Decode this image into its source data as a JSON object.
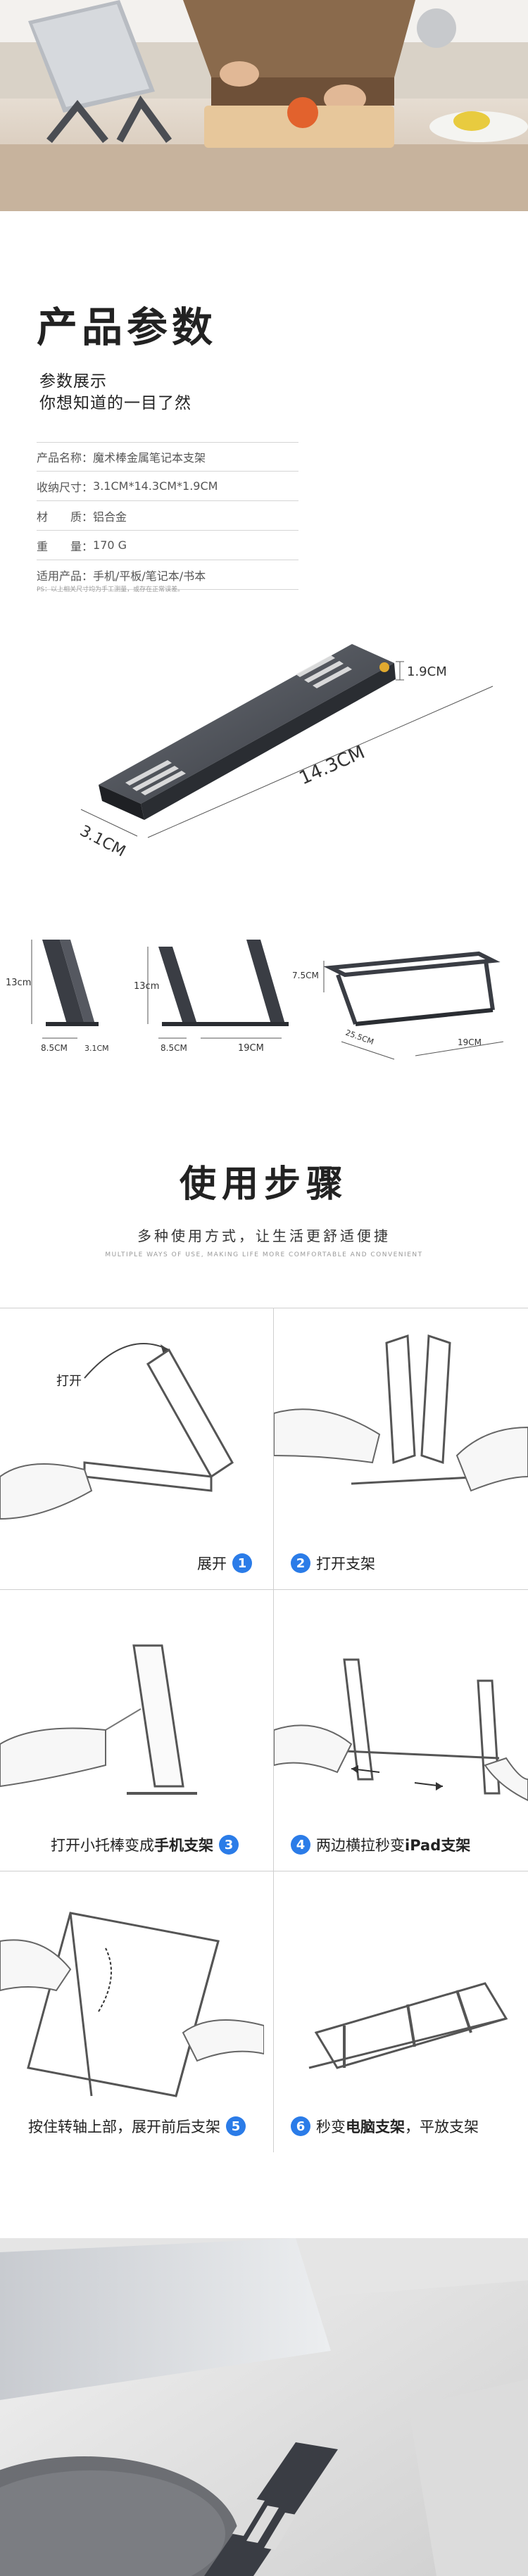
{
  "spec": {
    "title": "产品参数",
    "subtitle1": "参数展示",
    "subtitle2": "你想知道的一目了然",
    "rows": [
      {
        "key": "产品名称：",
        "value": "魔术棒金属笔记本支架"
      },
      {
        "key": "收纳尺寸：",
        "value": "3.1CM*14.3CM*1.9CM"
      },
      {
        "key": "材　　质：",
        "value": "铝合金"
      },
      {
        "key": "重　　量：",
        "value": "170 G"
      },
      {
        "key": "适用产品：",
        "value": "手机/平板/笔记本/书本"
      }
    ],
    "note": "PS：以上相关尺寸均为手工测量，或存在正常误差。"
  },
  "dims": {
    "height": "1.9CM",
    "length": "14.3CM",
    "width": "3.1CM",
    "phone_h": "13cm",
    "phone_w": "8.5CM",
    "phone_d": "3.1CM",
    "tablet_h": "13cm",
    "tablet_w": "8.5CM",
    "tablet_d": "19CM",
    "laptop_h": "7.5CM",
    "laptop_d": "25.5CM",
    "laptop_w": "19CM"
  },
  "usage": {
    "title": "使用步骤",
    "subtitle": "多种使用方式，让生活更舒适便捷",
    "subtitle_en": "MULTIPLE WAYS OF USE, MAKING LIFE MORE COMFORTABLE AND CONVENIENT",
    "open_label": "打开",
    "steps": [
      {
        "num": "1",
        "pre": "展开",
        "bold": "",
        "post": ""
      },
      {
        "num": "2",
        "pre": "打开支架",
        "bold": "",
        "post": ""
      },
      {
        "num": "3",
        "pre": "打开小托棒变成",
        "bold": "手机支架",
        "post": ""
      },
      {
        "num": "4",
        "pre": "两边横拉秒变",
        "bold": "iPad支架",
        "post": ""
      },
      {
        "num": "5",
        "pre": "按住转轴上部，展开前后支架",
        "bold": "",
        "post": ""
      },
      {
        "num": "6",
        "pre": "秒变",
        "bold": "电脑支架",
        "post": "，平放支架"
      }
    ]
  },
  "colors": {
    "accent": "#2b7ce8",
    "metal_dark": "#3a3d44",
    "line": "#cfcfcf"
  }
}
